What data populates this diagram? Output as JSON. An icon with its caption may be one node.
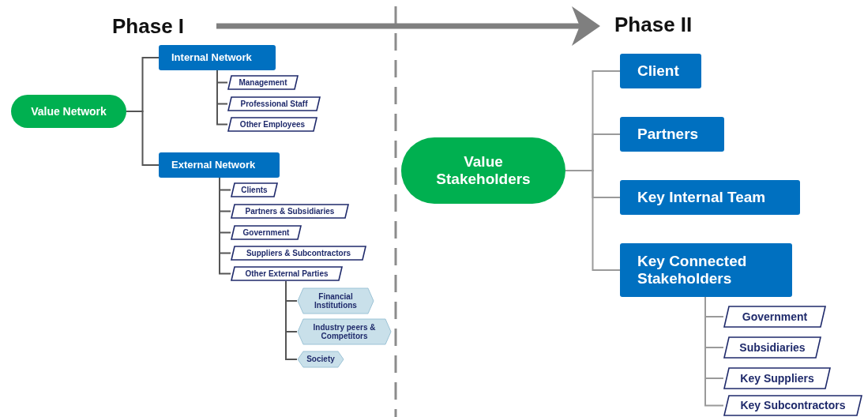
{
  "diagram": {
    "nodes": [
      {
        "text": [
          "Value Network"
        ]
      },
      {
        "text": [
          "Internal Network"
        ]
      },
      {
        "text": [
          "Management"
        ]
      },
      {
        "text": [
          "Professional Staff"
        ]
      },
      {
        "text": [
          "Other Employees"
        ]
      },
      {
        "text": [
          "External Network"
        ]
      },
      {
        "text": [
          "Clients"
        ]
      },
      {
        "text": [
          "Partners & Subsidiaries"
        ]
      },
      {
        "text": [
          "Government"
        ]
      },
      {
        "text": [
          "Suppliers & Subcontractors"
        ]
      },
      {
        "text": [
          "Other External Parties"
        ]
      },
      {
        "text": [
          "Financial Institutions"
        ]
      },
      {
        "text": [
          "Industry peers & Competitors"
        ]
      },
      {
        "text": [
          "Society"
        ]
      },
      {
        "text": [
          "Value Stakeholders"
        ]
      },
      {
        "text": [
          "Client"
        ]
      },
      {
        "text": [
          "Partners"
        ]
      },
      {
        "text": [
          "Key Internal Team"
        ]
      },
      {
        "text": [
          "Key Connected Stakeholders"
        ]
      },
      {
        "text": [
          "Government"
        ]
      },
      {
        "text": [
          "Subsidiaries"
        ]
      },
      {
        "text": [
          "Key Suppliers"
        ]
      },
      {
        "text": [
          "Key Subcontractors"
        ]
      }
    ],
    "edges": [
      {
        "from": 0,
        "to": 1,
        "arrow": "none"
      },
      {
        "from": 0,
        "to": 5,
        "arrow": "none"
      },
      {
        "from": 1,
        "to": 2,
        "arrow": "none"
      },
      {
        "from": 1,
        "to": 3,
        "arrow": "none"
      },
      {
        "from": 1,
        "to": 4,
        "arrow": "none"
      },
      {
        "from": 5,
        "to": 6,
        "arrow": "none"
      },
      {
        "from": 5,
        "to": 7,
        "arrow": "none"
      },
      {
        "from": 5,
        "to": 8,
        "arrow": "none"
      },
      {
        "from": 5,
        "to": 9,
        "arrow": "none"
      },
      {
        "from": 5,
        "to": 10,
        "arrow": "none"
      },
      {
        "from": 10,
        "to": 11,
        "arrow": "none"
      },
      {
        "from": 10,
        "to": 12,
        "arrow": "none"
      },
      {
        "from": 10,
        "to": 13,
        "arrow": "none"
      },
      {
        "from": 14,
        "to": 15,
        "arrow": "none",
        "color": "#9a9a9a"
      },
      {
        "from": 14,
        "to": 16,
        "arrow": "none",
        "color": "#9a9a9a"
      },
      {
        "from": 14,
        "to": 17,
        "arrow": "none",
        "color": "#9a9a9a"
      },
      {
        "from": 14,
        "to": 18,
        "arrow": "none",
        "color": "#9a9a9a"
      },
      {
        "from": 18,
        "to": 19,
        "arrow": "none",
        "color": "#9a9a9a"
      },
      {
        "from": 18,
        "to": 20,
        "arrow": "none",
        "color": "#9a9a9a"
      },
      {
        "from": 18,
        "to": 21,
        "arrow": "none",
        "color": "#9a9a9a"
      },
      {
        "from": 18,
        "to": 22,
        "arrow": "none",
        "color": "#9a9a9a"
      }
    ],
    "labels": [
      "Phase I",
      "Phase II"
    ]
  }
}
